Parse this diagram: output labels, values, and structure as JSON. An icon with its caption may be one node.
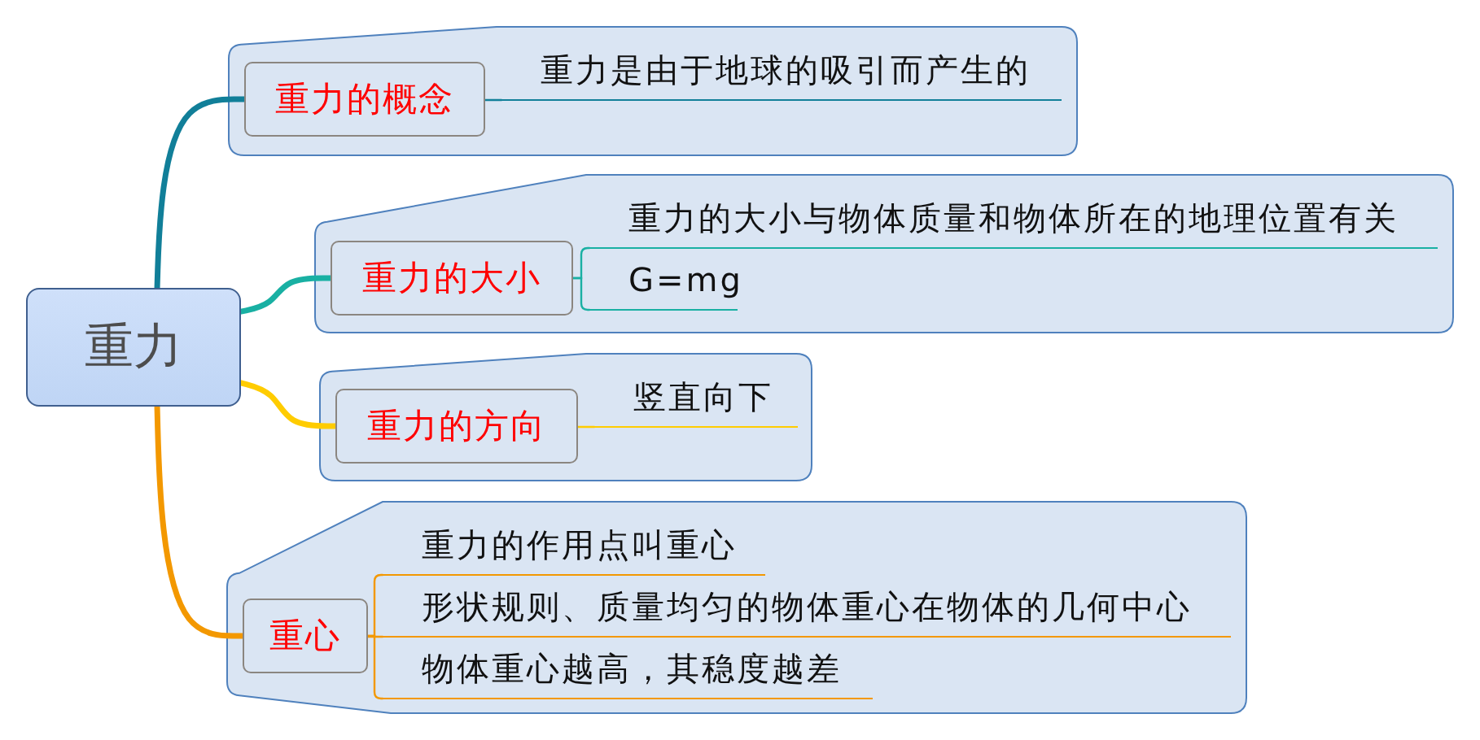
{
  "diagram": {
    "nodes": [
      {
        "text": [
          "重力"
        ]
      },
      {
        "text": [],
        "shape": "box"
      },
      {
        "text": [
          "重力的概念"
        ],
        "in": 1
      },
      {
        "text": [
          "重力是由于地球的吸引而产生的"
        ],
        "in": 1
      },
      {
        "text": [],
        "shape": "box"
      },
      {
        "text": [
          "重力的大小"
        ],
        "in": 4
      },
      {
        "text": [
          "重力的大小与物体质量和物体所在的地理位置有关"
        ],
        "in": 4
      },
      {
        "text": [
          "G=mg"
        ],
        "in": 4
      },
      {
        "text": [],
        "shape": "box"
      },
      {
        "text": [
          "重力的方向"
        ],
        "in": 8
      },
      {
        "text": [
          "竖直向下"
        ],
        "in": 8
      },
      {
        "text": [],
        "shape": "box"
      },
      {
        "text": [
          "重心"
        ],
        "in": 11
      },
      {
        "text": [
          "重力的作用点叫重心"
        ],
        "in": 11
      },
      {
        "text": [
          "形状规则、质量均匀的物体重心在物体的几何中心"
        ],
        "in": 11
      },
      {
        "text": [
          "物体重心越高，其稳度越差"
        ],
        "in": 11
      }
    ],
    "edges": [
      {
        "from": 0,
        "to": 2,
        "arrow": "none",
        "style": "thick",
        "color": "#117f99"
      },
      {
        "from": 0,
        "to": 5,
        "arrow": "none",
        "style": "thick",
        "color": "#19b0a3"
      },
      {
        "from": 0,
        "to": 9,
        "arrow": "none",
        "style": "thick",
        "color": "#ffcc00"
      },
      {
        "from": 0,
        "to": 12,
        "arrow": "none",
        "style": "thick",
        "color": "#f39800"
      },
      {
        "from": 2,
        "to": 3,
        "arrow": "none",
        "color": "#117f99"
      },
      {
        "from": 5,
        "to": 6,
        "arrow": "none",
        "color": "#19b0a3"
      },
      {
        "from": 5,
        "to": 7,
        "arrow": "none",
        "color": "#19b0a3"
      },
      {
        "from": 9,
        "to": 10,
        "arrow": "none",
        "color": "#ffcc00"
      },
      {
        "from": 12,
        "to": 13,
        "arrow": "none",
        "color": "#f39800"
      },
      {
        "from": 12,
        "to": 14,
        "arrow": "none",
        "color": "#f39800"
      },
      {
        "from": 12,
        "to": 15,
        "arrow": "none",
        "color": "#f39800"
      }
    ]
  }
}
